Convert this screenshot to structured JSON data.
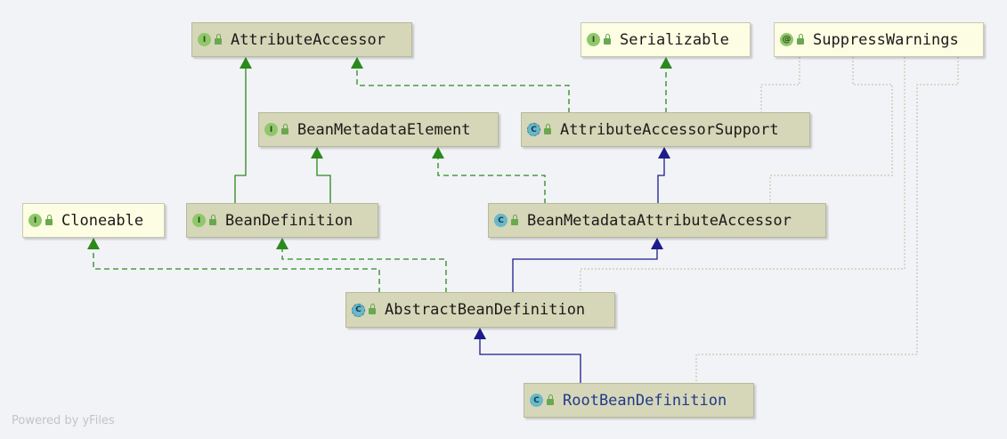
{
  "diagram": {
    "nodes": {
      "attribute_accessor": {
        "label": "AttributeAccessor",
        "kind": "interface"
      },
      "serializable": {
        "label": "Serializable",
        "kind": "interface"
      },
      "suppress_warnings": {
        "label": "SuppressWarnings",
        "kind": "annotation"
      },
      "bean_metadata_element": {
        "label": "BeanMetadataElement",
        "kind": "interface"
      },
      "attribute_accessor_support": {
        "label": "AttributeAccessorSupport",
        "kind": "abstract-class"
      },
      "cloneable": {
        "label": "Cloneable",
        "kind": "interface"
      },
      "bean_definition": {
        "label": "BeanDefinition",
        "kind": "interface"
      },
      "bean_metadata_attribute_accessor": {
        "label": "BeanMetadataAttributeAccessor",
        "kind": "class"
      },
      "abstract_bean_definition": {
        "label": "AbstractBeanDefinition",
        "kind": "abstract-class"
      },
      "root_bean_definition": {
        "label": "RootBeanDefinition",
        "kind": "class"
      }
    },
    "badges": {
      "interface": "I",
      "class": "C",
      "abstract_class": "C",
      "annotation": "@"
    },
    "colors": {
      "implements": "#2a8a1c",
      "extends": "#1c1c8a",
      "annotation_link": "#a8b890",
      "root_label": "#1f3b8c"
    },
    "watermark": "Powered by yFiles"
  }
}
